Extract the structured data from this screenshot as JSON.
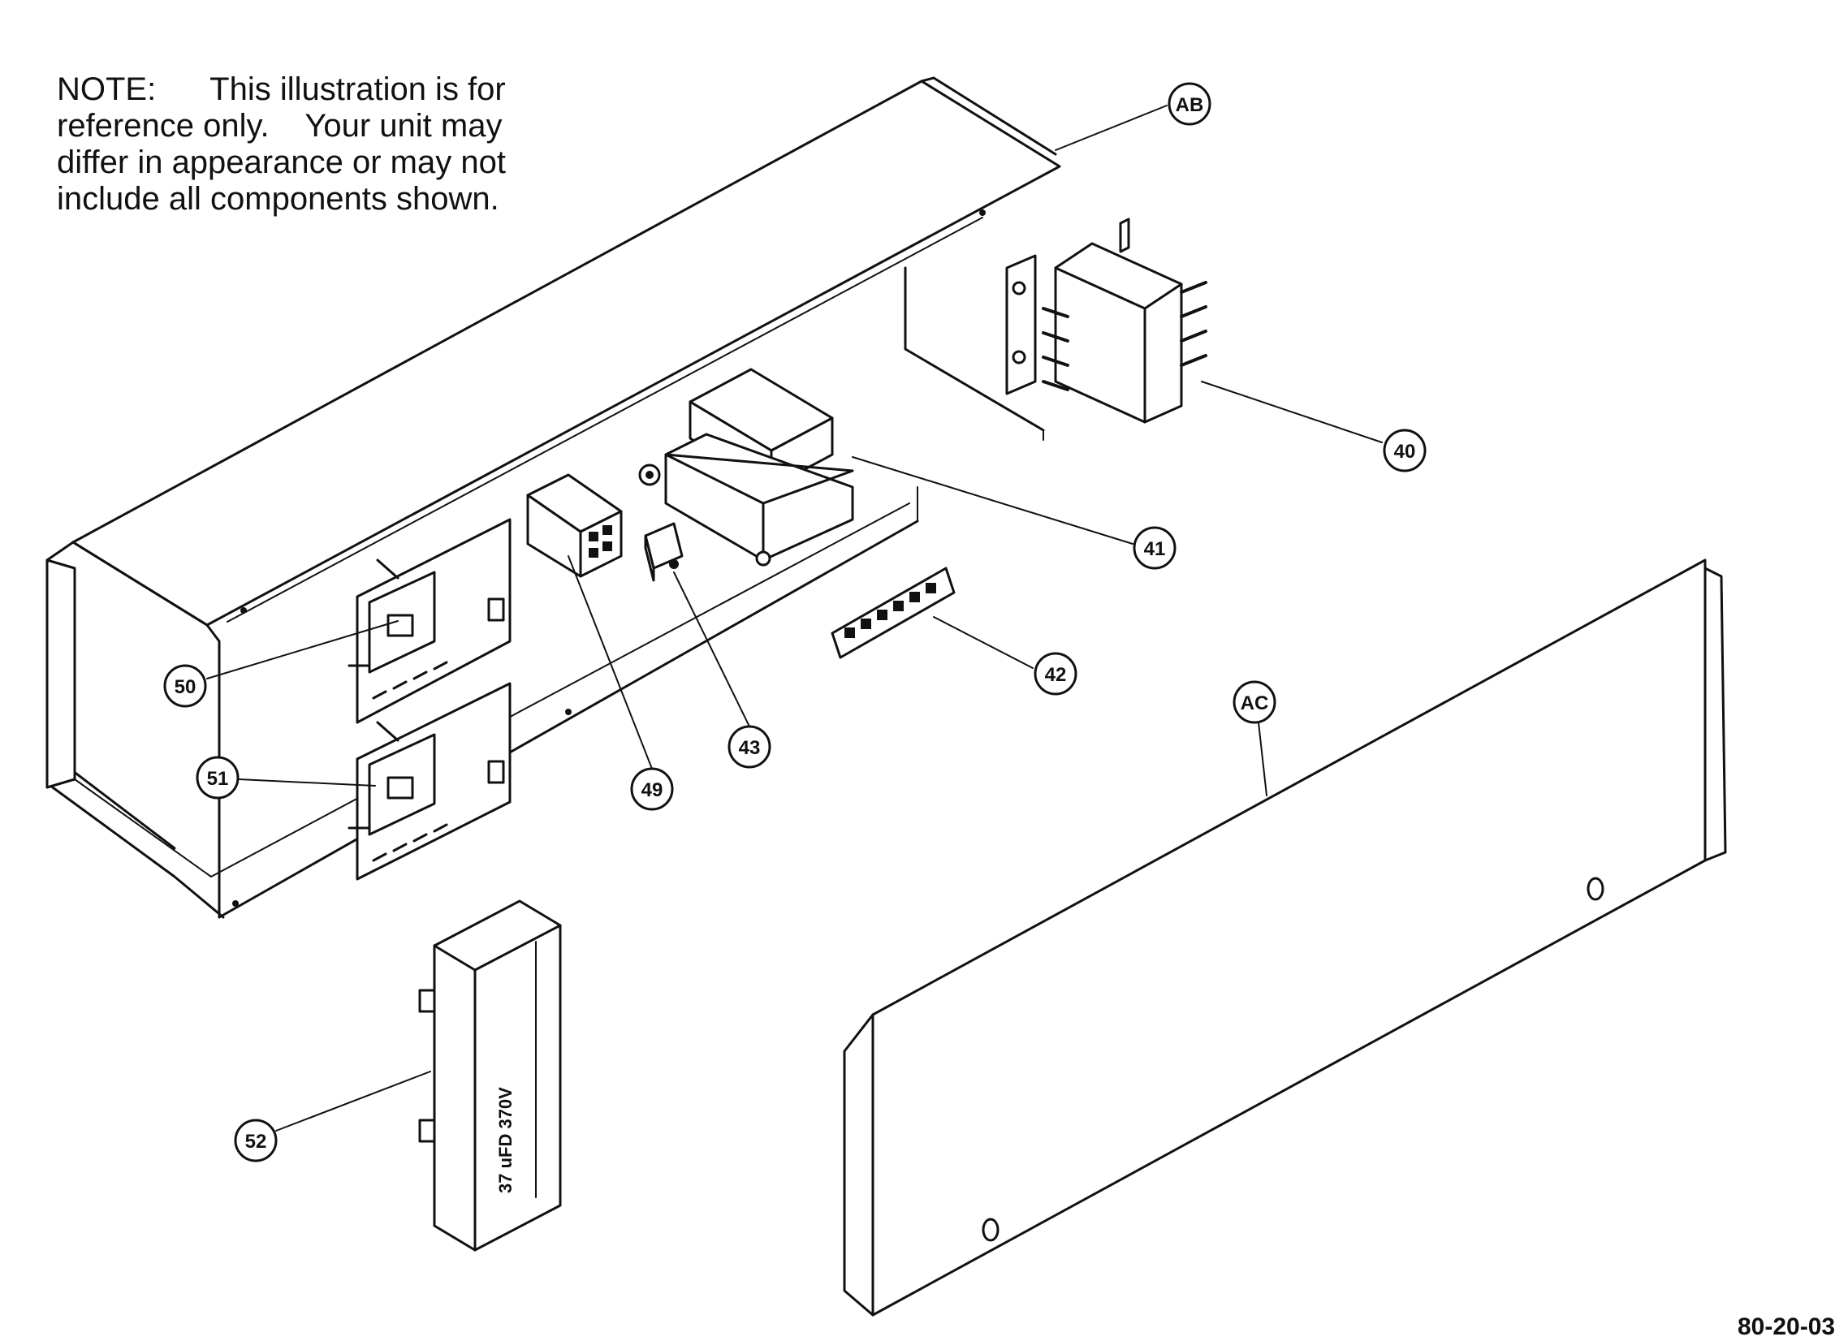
{
  "note": {
    "lines": [
      "NOTE:      This illustration is for",
      "reference only.    Your unit may",
      "differ in appearance or may not",
      "include all components shown."
    ]
  },
  "callouts": {
    "ab": "AB",
    "ac": "AC",
    "p40": "40",
    "p41": "41",
    "p42": "42",
    "p43": "43",
    "p49": "49",
    "p50": "50",
    "p51": "51",
    "p52": "52"
  },
  "component_labels": {
    "capacitor_marking": "37 uFD 370V"
  },
  "drawing_number": "80-20-03",
  "colors": {
    "ink": "#111111",
    "paper": "#ffffff"
  }
}
